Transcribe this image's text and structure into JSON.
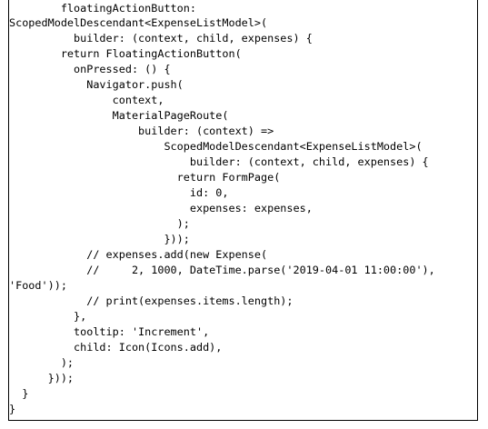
{
  "code": {
    "lines": [
      "        floatingActionButton:",
      "ScopedModelDescendant<ExpenseListModel>(",
      "          builder: (context, child, expenses) {",
      "        return FloatingActionButton(",
      "          onPressed: () {",
      "            Navigator.push(",
      "                context,",
      "                MaterialPageRoute(",
      "                    builder: (context) =>",
      "                        ScopedModelDescendant<ExpenseListModel>(",
      "                            builder: (context, child, expenses) {",
      "                          return FormPage(",
      "                            id: 0,",
      "                            expenses: expenses,",
      "                          );",
      "                        }));",
      "            // expenses.add(new Expense(",
      "            //     2, 1000, DateTime.parse('2019-04-01 11:00:00'),",
      "'Food'));",
      "            // print(expenses.items.length);",
      "          },",
      "          tooltip: 'Increment',",
      "          child: Icon(Icons.add),",
      "        );",
      "      }));",
      "  }",
      "}"
    ]
  }
}
